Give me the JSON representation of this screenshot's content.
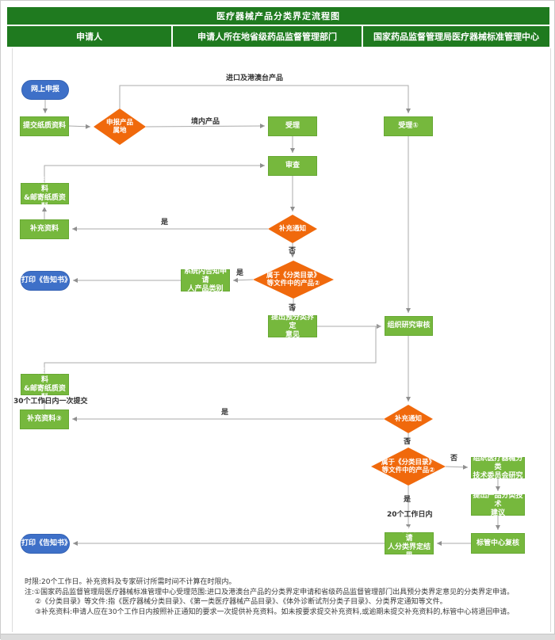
{
  "header": {
    "title": "医疗器械产品分类界定流程图",
    "columns": [
      "申请人",
      "申请人所在地省级药品监督管理部门",
      "国家药品监督管理局医疗器械标准管理中心"
    ]
  },
  "nodes": {
    "online_apply": {
      "label": "网上申报",
      "shape": "pill"
    },
    "submit_paper": {
      "label": "提交纸质资料",
      "shape": "rect"
    },
    "product_locality": {
      "label": "申报产品\n属地",
      "shape": "diamond"
    },
    "accept_provincial": {
      "label": "受理",
      "shape": "rect"
    },
    "accept_center": {
      "label": "受理①",
      "shape": "rect"
    },
    "review": {
      "label": "审查",
      "shape": "rect"
    },
    "online_submit_1": {
      "label": "网上交电子资料\n&邮寄纸质资料",
      "shape": "rect"
    },
    "supplement_1": {
      "label": "补充资料",
      "shape": "rect"
    },
    "supplement_notice_1": {
      "label": "补充通知",
      "shape": "diamond"
    },
    "print_notice_1": {
      "label": "打印《告知书》",
      "shape": "pill"
    },
    "notify_category": {
      "label": "系统内告知申请\n人产品类别",
      "shape": "rect"
    },
    "in_catalog_1": {
      "label": "属于《分类目录》\n等文件中的产品②",
      "shape": "diamond"
    },
    "pre_opinion": {
      "label": "提出预分类界定\n意见",
      "shape": "rect"
    },
    "org_review": {
      "label": "组织研究审核",
      "shape": "rect"
    },
    "online_submit_2": {
      "label": "网上交电子资料\n&邮寄纸质资料",
      "shape": "rect"
    },
    "supplement_3": {
      "label": "补充资料③",
      "shape": "rect"
    },
    "supplement_notice_2": {
      "label": "补充通知",
      "shape": "diamond"
    },
    "in_catalog_2": {
      "label": "属于《分类目录》\n等文件中的产品②",
      "shape": "diamond"
    },
    "committee_research": {
      "label": "组织医疗器械分类\n技术委员会研究",
      "shape": "rect"
    },
    "tech_suggestion": {
      "label": "提出产品分类技术\n建议",
      "shape": "rect"
    },
    "center_recheck": {
      "label": "标管中心复核",
      "shape": "rect"
    },
    "notify_result": {
      "label": "系统内告知申请\n人分类界定结果",
      "shape": "rect"
    },
    "print_notice_2": {
      "label": "打印《告知书》",
      "shape": "pill"
    }
  },
  "edge_labels": {
    "import_products": "进口及港澳台产品",
    "domestic_products": "境内产品",
    "yes_1": "是",
    "no_1": "否",
    "yes_2": "是",
    "no_2": "否",
    "yes_3": "是",
    "no_3": "否",
    "no_4": "否",
    "yes_4": "是",
    "within_30_days": "30个工作日内一次提交",
    "within_20_days": "20个工作日内"
  },
  "notes": {
    "line1": "时限:20个工作日。补充资料及专家研讨所需时间不计算在时限内。",
    "line2": "注:①国家药品监督管理局医疗器械标准管理中心受理范围:进口及港澳台产品的分类界定申请和省级药品监督管理部门出具预分类界定意见的分类界定申请。",
    "line3": "②《分类目录》等文件:指《医疗器械分类目录》、《第一类医疗器械产品目录》、《体外诊断试剂分类子目录》、分类界定通知等文件。",
    "line4": "③补充资料:申请人应在30个工作日内按照补正通知的要求一次提供补充资料。如未按要求提交补充资料,或逾期未提交补充资料的,标管中心将退回申请。"
  },
  "colors": {
    "header_green": "#1f7a1f",
    "process_green": "#76b83d",
    "decision_orange": "#f0690c",
    "terminal_blue": "#3e70c8",
    "connector_gray": "#ababab"
  }
}
